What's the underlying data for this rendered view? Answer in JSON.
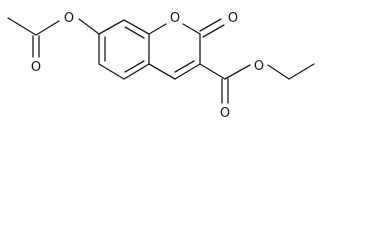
{
  "structure": {
    "atoms": {
      "acetyl_oxygen": "O",
      "acetyl_ester_oxygen": "O",
      "ring_oxygen": "O",
      "lactone_carbonyl_oxygen": "O",
      "ethyl_ester_oxygen": "O",
      "ester_carbonyl_oxygen": "O"
    },
    "colors": {
      "ink": "#1a1a1a",
      "background": "#ffffff"
    }
  }
}
